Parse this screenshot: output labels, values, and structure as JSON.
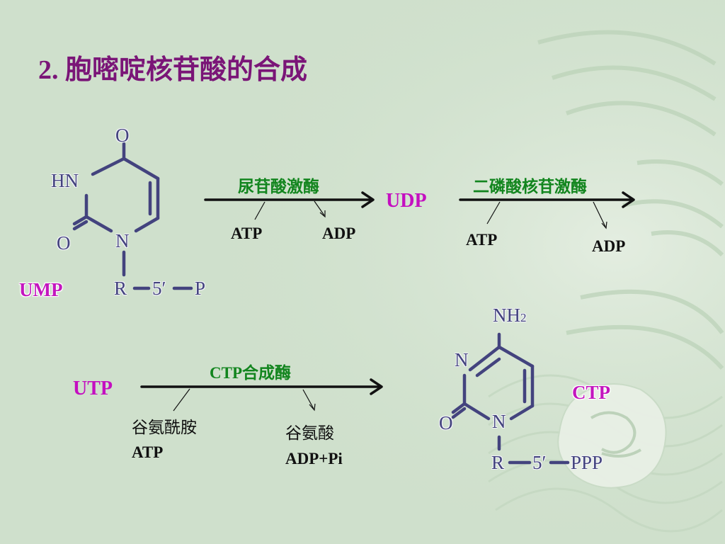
{
  "slide": {
    "title": "2.  胞嘧啶核苷酸的合成"
  },
  "ump": {
    "label": "UMP",
    "atoms": {
      "o_top": "O",
      "hn": "HN",
      "o_left": "O",
      "n": "N",
      "r": "R",
      "five_prime": "5′",
      "p": "P"
    }
  },
  "step1": {
    "enzyme": "尿苷酸激酶",
    "consumed": "ATP",
    "released": "ADP",
    "product": "UDP"
  },
  "step2": {
    "enzyme": "二磷酸核苷激酶",
    "consumed": "ATP",
    "released": "ADP"
  },
  "step3": {
    "substrate": "UTP",
    "enzyme": "CTP合成酶",
    "consumed_1": "谷氨酰胺",
    "consumed_2": "ATP",
    "released_1": "谷氨酸",
    "released_2": "ADP+Pi"
  },
  "ctp": {
    "label": "CTP",
    "atoms": {
      "nh": "NH",
      "nh_sub": "2",
      "n_top": "N",
      "o_left": "O",
      "n": "N",
      "r": "R",
      "five_prime": "5′",
      "ppp": "PPP"
    }
  },
  "colors": {
    "background": "#cfe0cc",
    "title": "#7a1577",
    "enzyme": "#12851e",
    "metabolite": "#c40fc0",
    "bond": "#43437e"
  }
}
